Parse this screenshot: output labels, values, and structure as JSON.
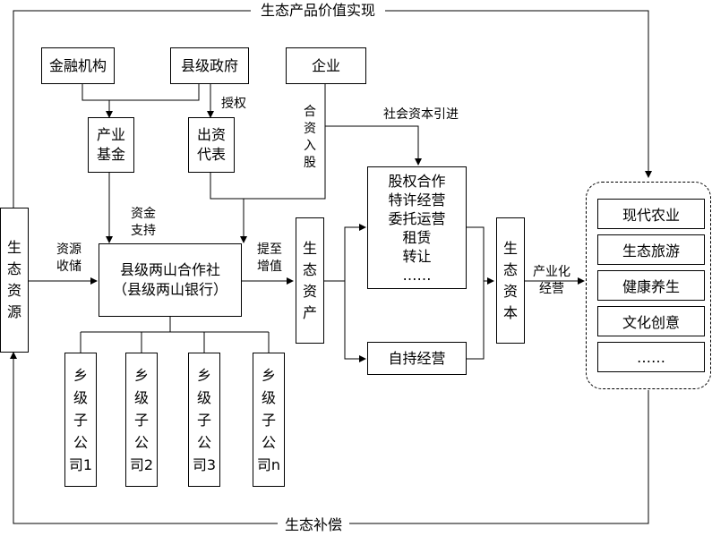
{
  "title_top": "生态产品价值实现",
  "title_bottom": "生态补偿",
  "nodes": {
    "eco_resources": [
      "生",
      "态",
      "资",
      "源"
    ],
    "finance": "金融机构",
    "county_gov": "县级政府",
    "enterprise": "企业",
    "industry_fund": "产业\n基金",
    "funding_rep": "出资\n代表",
    "coop": "县级两山合作社\n（县级两山银行）",
    "eco_assets": [
      "生",
      "态",
      "资",
      "产"
    ],
    "equity_box": [
      "股权合作",
      "特许经营",
      "委托运营",
      "租赁",
      "转让",
      "……"
    ],
    "self_operate": "自持经营",
    "eco_capital": [
      "生",
      "态",
      "资",
      "本"
    ],
    "subsidiaries": [
      {
        "chars": [
          "乡",
          "级",
          "子",
          "公"
        ],
        "last": "司1"
      },
      {
        "chars": [
          "乡",
          "级",
          "子",
          "公"
        ],
        "last": "司2"
      },
      {
        "chars": [
          "乡",
          "级",
          "子",
          "公"
        ],
        "last": "司3"
      },
      {
        "chars": [
          "乡",
          "级",
          "子",
          "公"
        ],
        "last": "司n"
      }
    ],
    "sectors": [
      "现代农业",
      "生态旅游",
      "健康养生",
      "文化创意",
      "……"
    ]
  },
  "edge_labels": {
    "authorize": "授权",
    "joint_capital": [
      "合",
      "资",
      "入",
      "股"
    ],
    "social_capital": "社会资本引进",
    "fund_support": "资金\n支持",
    "resource_storage": "资源\n收储",
    "upgrade": "提至\n增值",
    "industrialize": "产业化\n经营"
  }
}
